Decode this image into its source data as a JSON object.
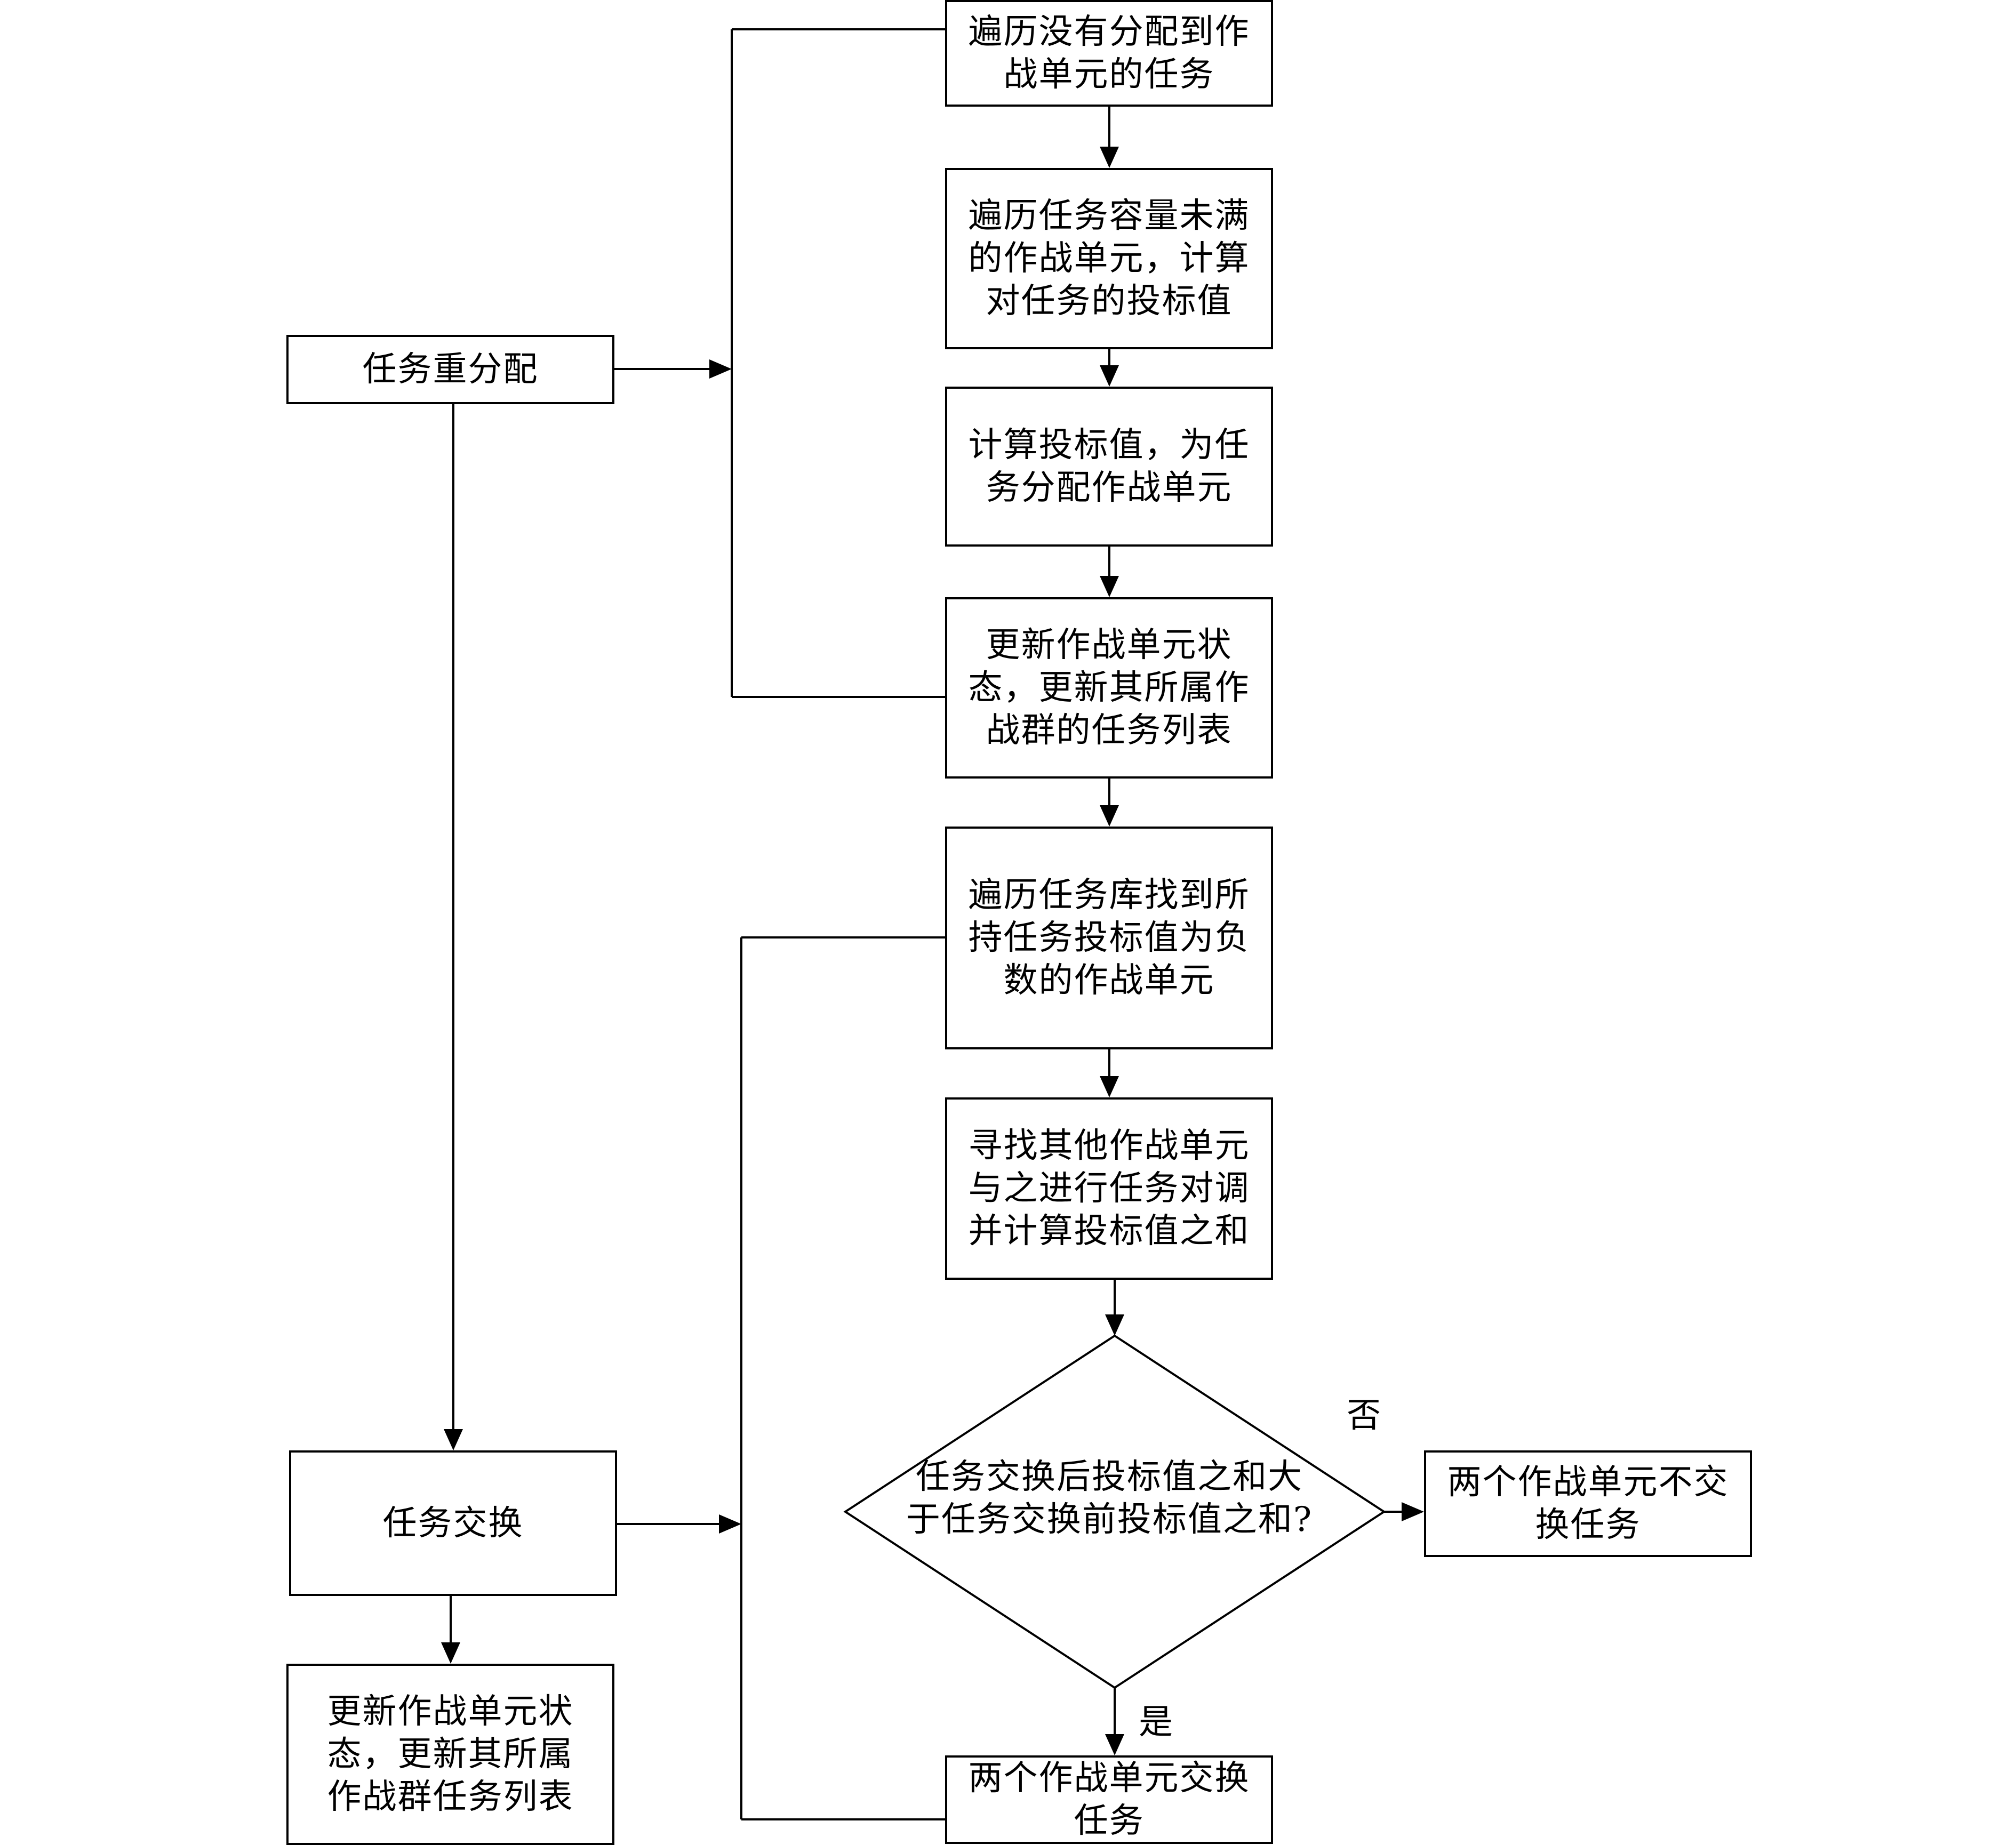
{
  "nodes": {
    "reassign": {
      "lines": [
        "任务重分配"
      ]
    },
    "traverse_unassigned": {
      "lines": [
        "遍历没有分配到作",
        "战单元的任务"
      ]
    },
    "traverse_capacity": {
      "lines": [
        "遍历任务容量未满",
        "的作战单元，计算",
        "对任务的投标值"
      ]
    },
    "compute_bid": {
      "lines": [
        "计算投标值，为任",
        "务分配作战单元"
      ]
    },
    "update_state_1": {
      "lines": [
        "更新作战单元状",
        "态，更新其所属作",
        "战群的任务列表"
      ]
    },
    "traverse_library": {
      "lines": [
        "遍历任务库找到所",
        "持任务投标值为负",
        "数的作战单元"
      ]
    },
    "find_others": {
      "lines": [
        "寻找其他作战单元",
        "与之进行任务对调",
        "并计算投标值之和"
      ]
    },
    "decision": {
      "lines": [
        "任务交换后投标值之和大",
        "于任务交换前投标值之和?"
      ]
    },
    "no_swap": {
      "lines": [
        "两个作战单元不交",
        "换任务"
      ]
    },
    "swap": {
      "lines": [
        "两个作战单元交换",
        "任务"
      ]
    },
    "task_exchange": {
      "lines": [
        "任务交换"
      ]
    },
    "update_state_2": {
      "lines": [
        "更新作战单元状",
        "态，更新其所属",
        "作战群任务列表"
      ]
    }
  },
  "edge_labels": {
    "no": "否",
    "yes": "是"
  }
}
